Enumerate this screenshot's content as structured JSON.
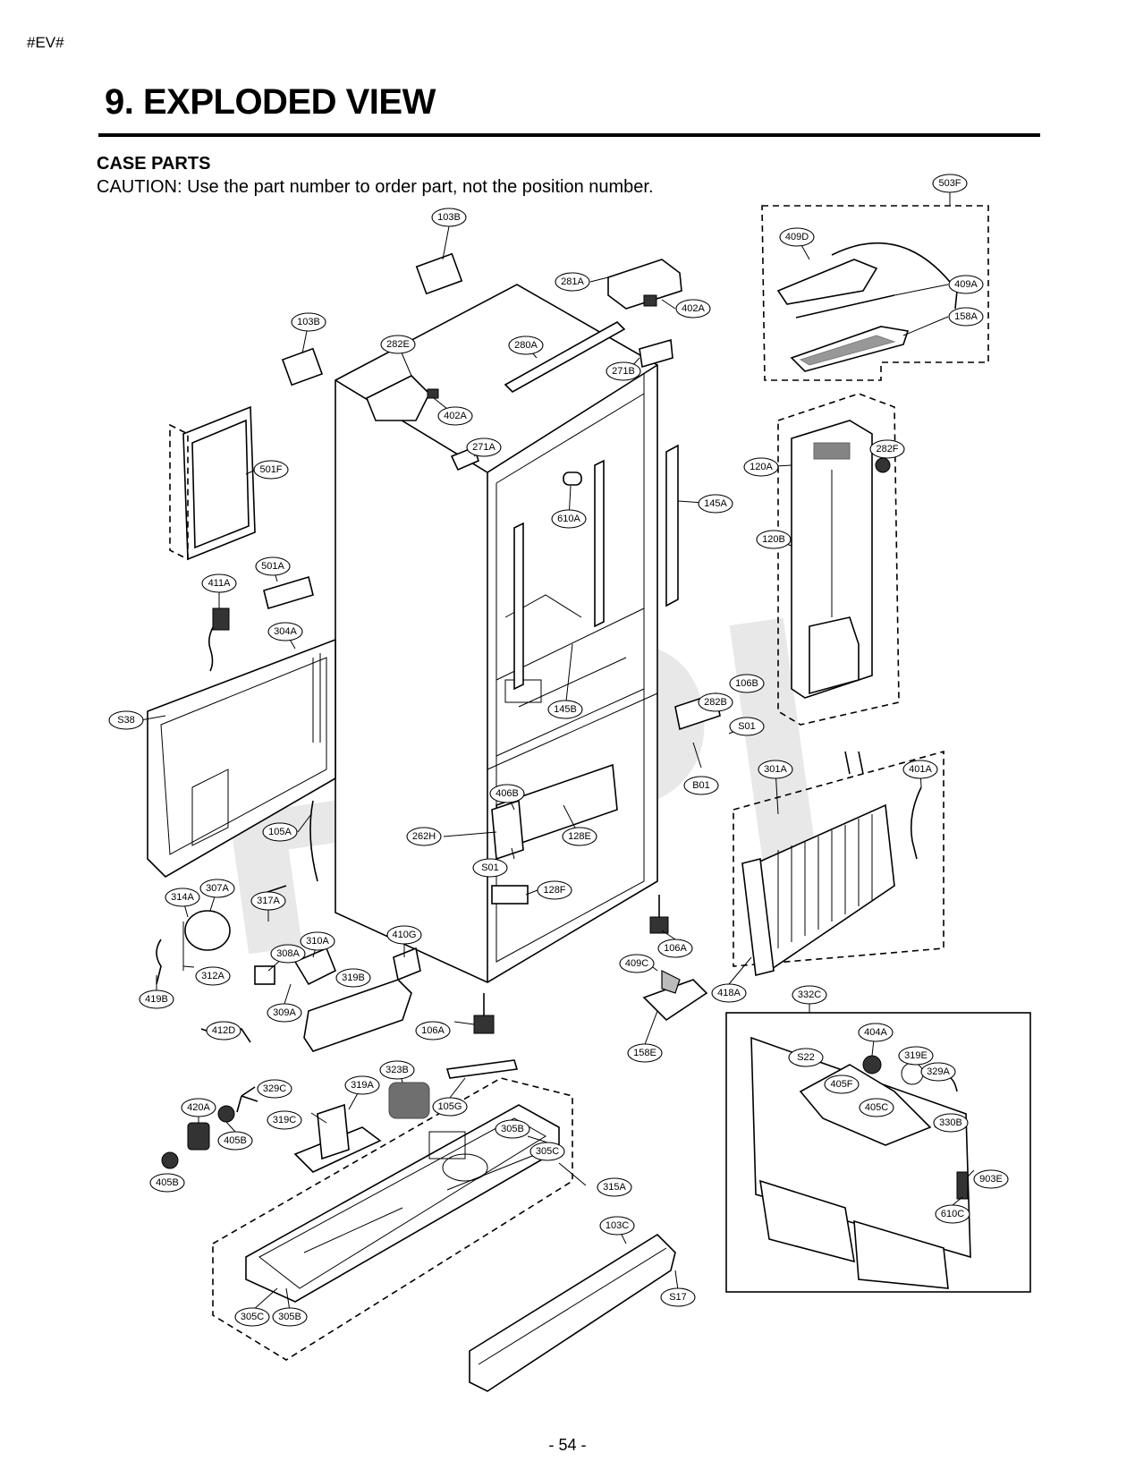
{
  "header": {
    "tag": "#EV#",
    "title": "9. EXPLODED VIEW"
  },
  "section": {
    "title": "CASE PARTS",
    "caution": "CAUTION: Use the part number to order part, not the position number."
  },
  "watermark": "RPI",
  "footer": {
    "page": "- 54 -"
  },
  "labels": [
    "103B",
    "103B",
    "281A",
    "402A",
    "503F",
    "409D",
    "409A",
    "158A",
    "282E",
    "280A",
    "402A",
    "271B",
    "271A",
    "501F",
    "610A",
    "145A",
    "120A",
    "282F",
    "120B",
    "501A",
    "411A",
    "304A",
    "S38",
    "145B",
    "106B",
    "282B",
    "S01",
    "B01",
    "301A",
    "401A",
    "406B",
    "262H",
    "128E",
    "105A",
    "S01",
    "128F",
    "314A",
    "307A",
    "317A",
    "410G",
    "106A",
    "409C",
    "418A",
    "310A",
    "308A",
    "312A",
    "319B",
    "419B",
    "309A",
    "412D",
    "106A",
    "158E",
    "332C",
    "404A",
    "S22",
    "319E",
    "329A",
    "405F",
    "405C",
    "330B",
    "323B",
    "329C",
    "319A",
    "420A",
    "405B",
    "319C",
    "105G",
    "305B",
    "305C",
    "903E",
    "610C",
    "405B",
    "315A",
    "103C",
    "305C",
    "305B",
    "S17"
  ]
}
